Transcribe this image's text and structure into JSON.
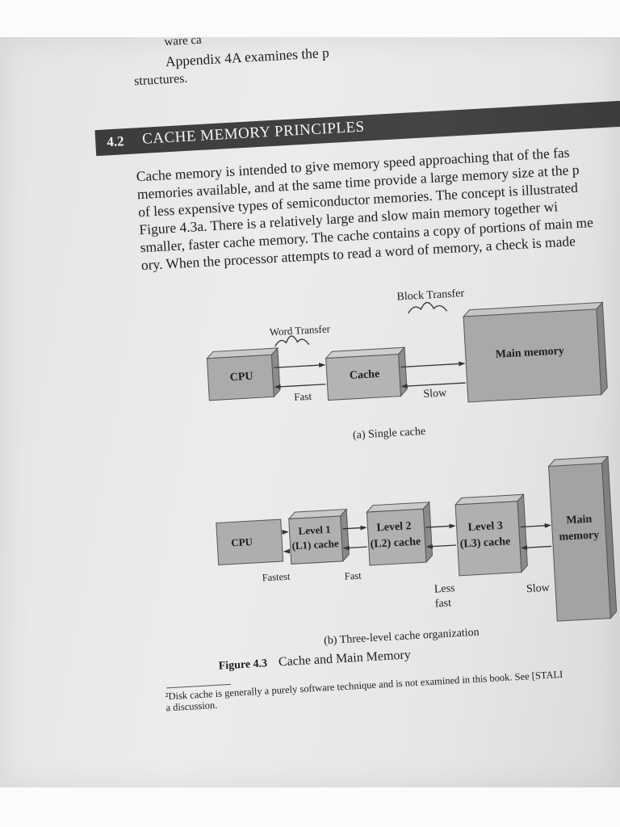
{
  "header": {
    "line1": "ware ca",
    "line2": "Appendix 4A examines the p",
    "line3": "structures."
  },
  "section": {
    "number": "4.2",
    "title": "CACHE MEMORY PRINCIPLES"
  },
  "paragraph": [
    "Cache memory is intended to give memory speed approaching that of the fas",
    "memories available, and at the same time provide a large memory size at the p",
    "of less expensive types of semiconductor memories. The concept is illustrated",
    "Figure 4.3a. There is a relatively large and slow main memory together wi",
    "smaller, faster cache memory. The cache contains a copy of portions of main me",
    "ory. When the processor attempts to read a word of memory, a check is made"
  ],
  "figure_a": {
    "cpu": "CPU",
    "cache": "Cache",
    "main_memory": "Main memory",
    "word_transfer": "Word Transfer",
    "block_transfer": "Block Transfer",
    "fast": "Fast",
    "slow": "Slow",
    "caption": "(a) Single cache"
  },
  "figure_b": {
    "cpu": "CPU",
    "l1_line1": "Level 1",
    "l1_line2": "(L1) cache",
    "l2_line1": "Level 2",
    "l2_line2": "(L2) cache",
    "l3_line1": "Level 3",
    "l3_line2": "(L3) cache",
    "main_line1": "Main",
    "main_line2": "memory",
    "fastest": "Fastest",
    "fast": "Fast",
    "less_fast_line1": "Less",
    "less_fast_line2": "fast",
    "slow": "Slow",
    "caption": "(b) Three-level cache organization"
  },
  "figure_caption": {
    "number": "Figure 4.3",
    "title": "Cache and Main Memory"
  },
  "footnote": {
    "line1": "²Disk cache is generally a purely software technique and is not examined in this book. See [STALI",
    "line2": "a discussion."
  }
}
